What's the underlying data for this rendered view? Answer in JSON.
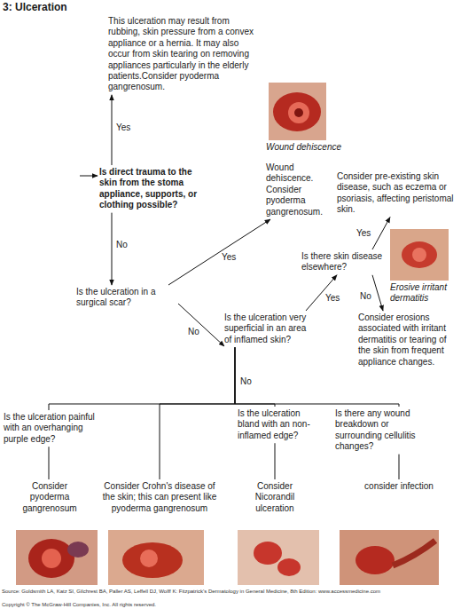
{
  "diagram": {
    "title": "3: Ulceration",
    "nodes": [
      {
        "text": [
          "This ulceration may result from rubbing, skin pressure from a convex appliance or a hernia. It may also occur from skin tearing on removing appliances particularly in the elderly patients.Consider pyoderma gangrenosum."
        ]
      },
      {
        "text": [
          "Is direct trauma to the skin from the stoma appliance, supports, or clothing possible?"
        ]
      },
      {
        "text": [
          "Wound dehiscence. Consider pyoderma gangrenosum."
        ]
      },
      {
        "text": [
          "Consider pre-existing skin disease, such as eczema or psoriasis, affecting peristomal skin."
        ]
      },
      {
        "text": [
          "Is there skin disease elsewhere?"
        ]
      },
      {
        "text": [
          "Is the ulceration in a surgical scar?"
        ]
      },
      {
        "text": [
          "Is the ulceration very superficial in an area of inflamed skin?"
        ]
      },
      {
        "text": [
          "Consider erosions associated with irritant dermatitis or tearing of the skin from frequent appliance changes."
        ]
      },
      {
        "text": [
          "Is the ulceration painful with an overhanging purple edge?"
        ]
      },
      {
        "text": [
          "Is the ulceration bland with an non-inflamed edge?"
        ]
      },
      {
        "text": [
          "Is there any wound breakdown or surrounding cellulitis changes?"
        ]
      },
      {
        "text": [
          "Consider pyoderma gangrenosum"
        ]
      },
      {
        "text": [
          "Consider Crohn's disease of the skin; this can present like pyoderma gangrenosum"
        ]
      },
      {
        "text": [
          "Consider Nicorandil ulceration"
        ]
      },
      {
        "text": [
          "consider infection"
        ]
      }
    ],
    "edges": [
      {
        "from": 1,
        "to": 0,
        "arrow": "to",
        "label": "Yes"
      },
      {
        "from": 1,
        "to": 5,
        "arrow": "to",
        "label": "No"
      },
      {
        "from": 5,
        "to": 2,
        "arrow": "to",
        "label": "Yes"
      },
      {
        "from": 5,
        "to": 6,
        "arrow": "to",
        "label": "No"
      },
      {
        "from": 6,
        "to": 4,
        "arrow": "to",
        "label": "Yes"
      },
      {
        "from": 4,
        "to": 3,
        "arrow": "to",
        "label": "Yes"
      },
      {
        "from": 4,
        "to": 7,
        "arrow": "to",
        "label": "No"
      },
      {
        "from": 6,
        "to": 8,
        "arrow": "none",
        "label": "No"
      },
      {
        "from": 6,
        "to": 12,
        "arrow": "none"
      },
      {
        "from": 6,
        "to": 9,
        "arrow": "none"
      },
      {
        "from": 6,
        "to": 10,
        "arrow": "none"
      },
      {
        "from": 8,
        "to": 11,
        "arrow": "none"
      },
      {
        "from": 9,
        "to": 13,
        "arrow": "none"
      },
      {
        "from": 10,
        "to": 14,
        "arrow": "none"
      }
    ],
    "labels": [
      "Wound dehiscence",
      "Erosive irritant dermatitis",
      "Source: Goldsmith LA, Katz SI, Gilchrest BA, Paller AS, Leffell DJ, Wolff K: Fitzpatrick's Dermatology in General Medicine, 8th Edition: www.accessmedicine.com",
      "Copyright © The McGraw-Hill Companies, Inc. All rights reserved."
    ]
  }
}
